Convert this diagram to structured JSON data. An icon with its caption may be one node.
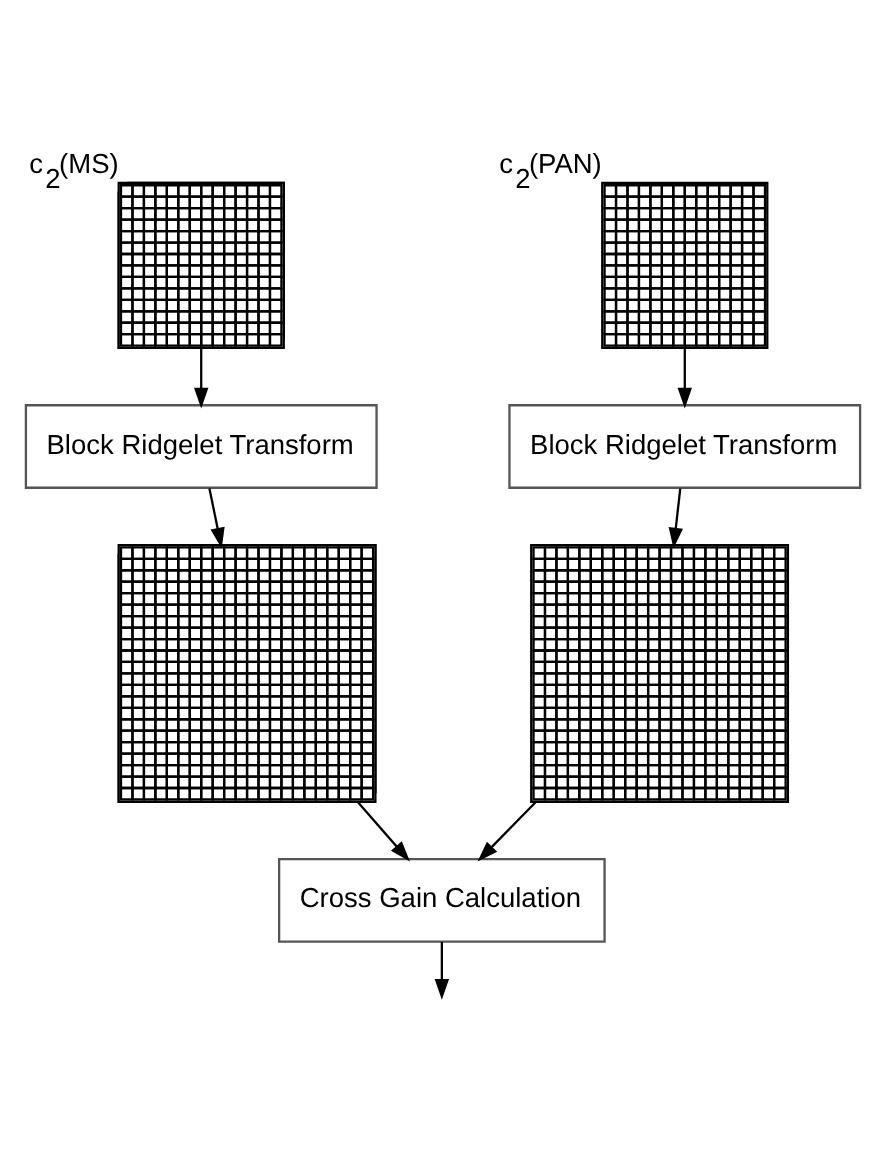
{
  "diagram": {
    "nodes": [
      {
        "text": [],
        "shape": "stack",
        "beside": [
          "c$_{2}$(MS)"
        ]
      },
      {
        "text": [],
        "shape": "grid",
        "beside": [
          "c$_{2}$(PAN)"
        ]
      },
      {
        "text": [
          "Block Ridgelet Transform"
        ]
      },
      {
        "text": [
          "Block Ridgelet Transform"
        ]
      },
      {
        "text": [],
        "shape": "stack"
      },
      {
        "text": [],
        "shape": "grid"
      },
      {
        "text": [
          "Cross Gain Calculation"
        ]
      }
    ],
    "edges": [
      {
        "from": 0,
        "to": 2,
        "arrow": "to"
      },
      {
        "from": 1,
        "to": 3,
        "arrow": "to"
      },
      {
        "from": 2,
        "to": 4,
        "arrow": "to"
      },
      {
        "from": 3,
        "to": 5,
        "arrow": "to"
      },
      {
        "from": 4,
        "to": 6,
        "arrow": "to"
      },
      {
        "from": 5,
        "to": 6,
        "arrow": "to"
      },
      {
        "from": 6,
        "to": null,
        "arrow": "to"
      }
    ]
  }
}
